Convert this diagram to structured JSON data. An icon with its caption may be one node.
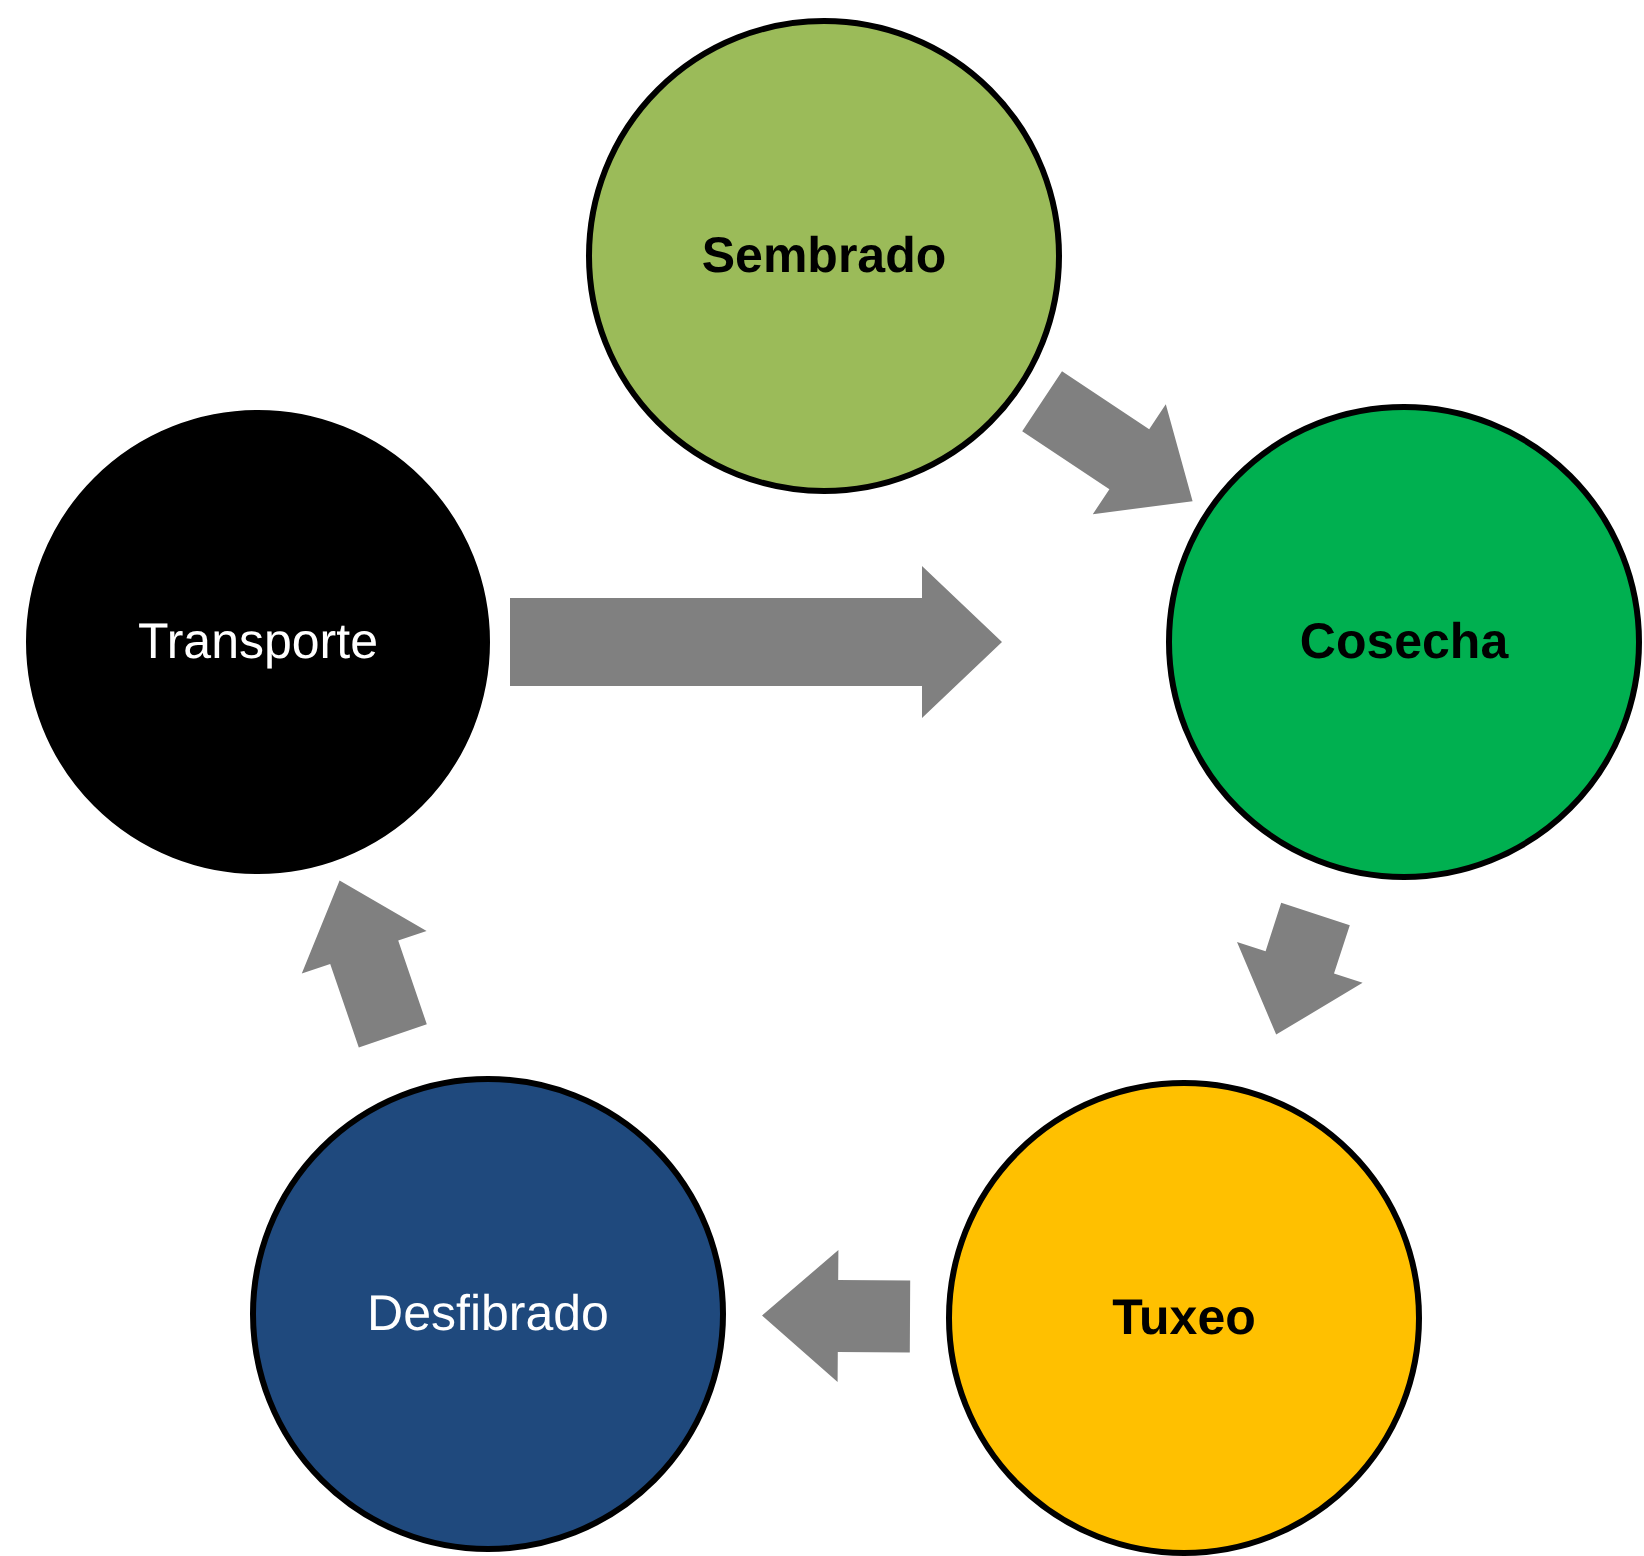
{
  "diagram": {
    "nodes": [
      {
        "text": [
          "Sembrado"
        ]
      },
      {
        "text": [
          "Cosecha"
        ]
      },
      {
        "text": [
          "Tuxeo"
        ]
      },
      {
        "text": [
          "Desfibrado"
        ]
      },
      {
        "text": [
          "Transporte"
        ]
      }
    ],
    "edges": [
      {
        "from": 0,
        "to": 1,
        "arrow": "to"
      },
      {
        "from": 1,
        "to": 2,
        "arrow": "to"
      },
      {
        "from": 2,
        "to": 3,
        "arrow": "to"
      },
      {
        "from": 3,
        "to": 4,
        "arrow": "to"
      },
      {
        "from": 4,
        "to": 1,
        "arrow": "to"
      }
    ]
  }
}
